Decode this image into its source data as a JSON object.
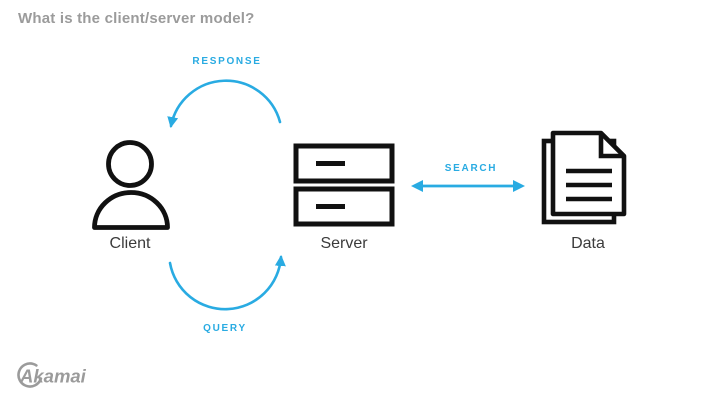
{
  "title": "What is the client/server model?",
  "colors": {
    "accent_blue": "#29abe2",
    "icon_stroke": "#111111",
    "node_label_text": "#3b3b3b",
    "title_text": "#9b9b9b",
    "logo_gray": "#9b9b9b",
    "background": "#ffffff"
  },
  "diagram": {
    "nodes": [
      {
        "id": "client",
        "label": "Client",
        "icon": "person-icon"
      },
      {
        "id": "server",
        "label": "Server",
        "icon": "server-stack-icon"
      },
      {
        "id": "data",
        "label": "Data",
        "icon": "documents-icon"
      }
    ],
    "edges": [
      {
        "id": "response",
        "label": "RESPONSE",
        "from": "Server",
        "to": "Client",
        "shape": "curved-arc-top",
        "direction": "server-to-client"
      },
      {
        "id": "query",
        "label": "QUERY",
        "from": "Client",
        "to": "Server",
        "shape": "curved-arc-bottom",
        "direction": "client-to-server"
      },
      {
        "id": "search",
        "label": "SEARCH",
        "from": "Server",
        "to": "Data",
        "shape": "horizontal-double-arrow",
        "direction": "bidirectional"
      }
    ]
  },
  "footer": {
    "logo": "Akamai"
  }
}
